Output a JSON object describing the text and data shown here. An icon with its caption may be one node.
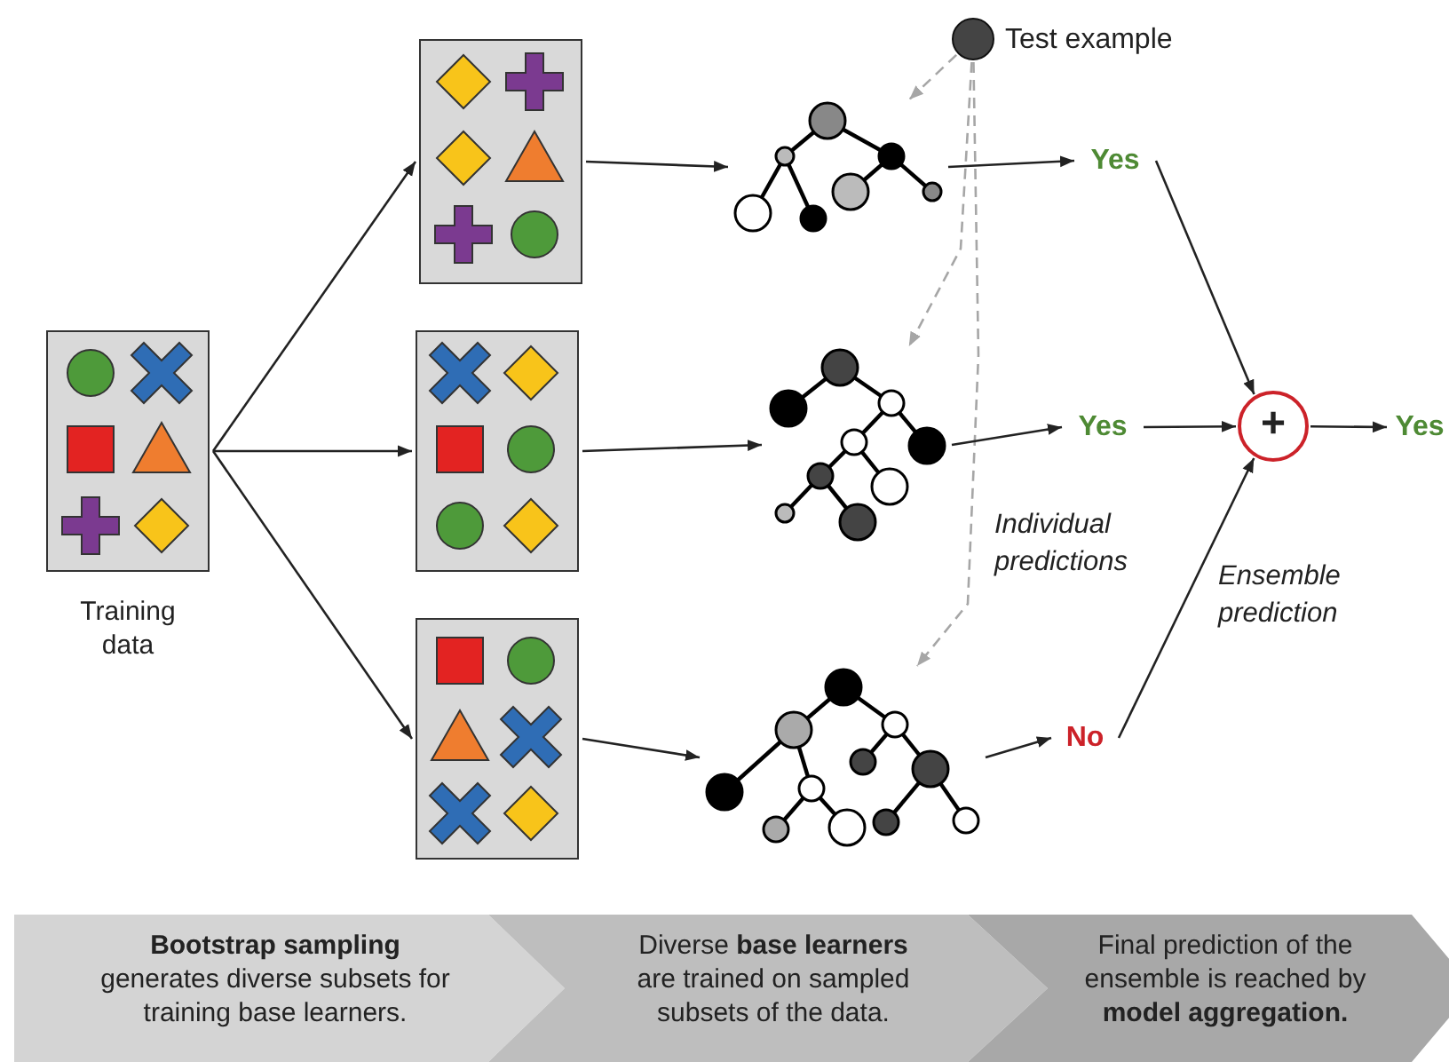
{
  "diagram": {
    "nodes": [
      {
        "text": [],
        "shape": "box",
        "beside": [
          "Training data"
        ]
      },
      {
        "text": [],
        "shape": "box"
      },
      {
        "text": [],
        "shape": "box"
      },
      {
        "text": [],
        "shape": "box"
      },
      {
        "text": [],
        "shape": "tree"
      },
      {
        "text": [],
        "shape": "tree"
      },
      {
        "text": [],
        "shape": "tree"
      },
      {
        "text": [],
        "shape": "circle",
        "beside": [
          "Test example"
        ]
      },
      {
        "text": [
          "Yes"
        ]
      },
      {
        "text": [
          "Yes"
        ]
      },
      {
        "text": [
          "No"
        ]
      },
      {
        "text": [
          "+"
        ]
      },
      {
        "text": [
          "Yes"
        ]
      },
      {
        "text": [
          "**Bootstrap sampling** generates diverse subsets for training base learners."
        ]
      },
      {
        "text": [
          "Diverse **base learners** are trained on sampled subsets of the data."
        ]
      },
      {
        "text": [
          "Final prediction of the ensemble is reached by **model aggregation.**"
        ]
      }
    ],
    "edges": [
      {
        "from": 0,
        "to": 1,
        "arrow": "to"
      },
      {
        "from": 0,
        "to": 2,
        "arrow": "to"
      },
      {
        "from": 0,
        "to": 3,
        "arrow": "to"
      },
      {
        "from": 1,
        "to": 4,
        "arrow": "to"
      },
      {
        "from": 2,
        "to": 5,
        "arrow": "to"
      },
      {
        "from": 3,
        "to": 6,
        "arrow": "to"
      },
      {
        "from": 7,
        "to": 4,
        "arrow": "to",
        "style": "dashed",
        "color": "#a6a6a6"
      },
      {
        "from": 7,
        "to": 5,
        "arrow": "to",
        "style": "dashed",
        "color": "#a6a6a6"
      },
      {
        "from": 7,
        "to": 6,
        "arrow": "to",
        "style": "dashed",
        "color": "#a6a6a6"
      },
      {
        "from": 4,
        "to": 8,
        "arrow": "to"
      },
      {
        "from": 5,
        "to": 9,
        "arrow": "to"
      },
      {
        "from": 6,
        "to": 10,
        "arrow": "to"
      },
      {
        "from": 8,
        "to": 11,
        "arrow": "to"
      },
      {
        "from": 9,
        "to": 11,
        "arrow": "to"
      },
      {
        "from": 10,
        "to": 11,
        "arrow": "to"
      },
      {
        "from": 11,
        "to": 12,
        "arrow": "to"
      }
    ],
    "labels": [
      "Individual predictions",
      "Ensemble prediction"
    ]
  }
}
